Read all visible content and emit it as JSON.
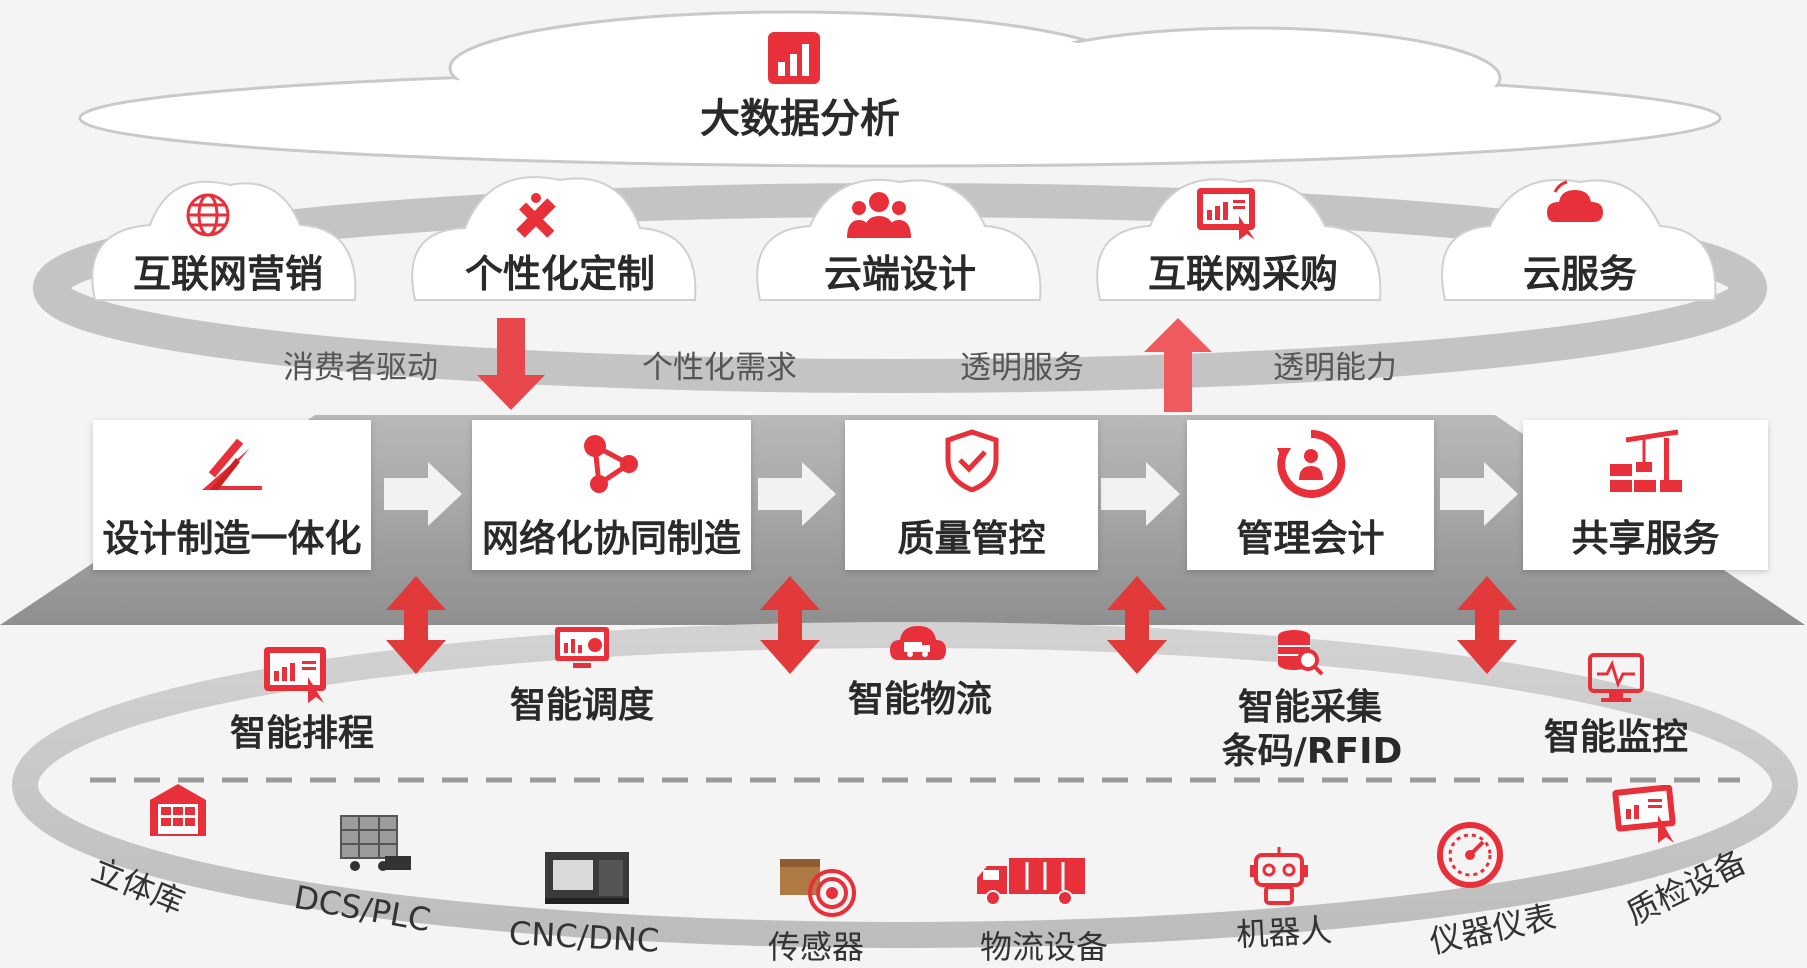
{
  "top": {
    "title": "大数据分析"
  },
  "clouds": [
    {
      "label": "互联网营销",
      "icon": "globe-icon"
    },
    {
      "label": "个性化定制",
      "icon": "pencil-ruler-icon"
    },
    {
      "label": "云端设计",
      "icon": "users-icon"
    },
    {
      "label": "互联网采购",
      "icon": "tablet-chart-icon"
    },
    {
      "label": "云服务",
      "icon": "cloud-icon"
    }
  ],
  "connectors": [
    "消费者驱动",
    "个性化需求",
    "透明服务",
    "透明能力"
  ],
  "process": [
    {
      "label": "设计制造一体化",
      "icon": "design-tools-icon"
    },
    {
      "label": "网络化协同制造",
      "icon": "share-network-icon"
    },
    {
      "label": "质量管控",
      "icon": "shield-check-icon"
    },
    {
      "label": "管理会计",
      "icon": "cycle-person-icon"
    },
    {
      "label": "共享服务",
      "icon": "crane-containers-icon"
    }
  ],
  "smart": [
    {
      "label": "智能排程",
      "icon": "tablet-chart-icon"
    },
    {
      "label": "智能调度",
      "icon": "monitor-chart-icon"
    },
    {
      "label": "智能物流",
      "icon": "cloud-truck-icon"
    },
    {
      "label": "智能采集",
      "label2": "条码/RFID",
      "icon": "database-search-icon"
    },
    {
      "label": "智能监控",
      "icon": "monitor-pulse-icon"
    }
  ],
  "devices": [
    "立体库",
    "DCS/PLC",
    "CNC/DNC",
    "传感器",
    "物流设备",
    "机器人",
    "仪器仪表",
    "质检设备"
  ],
  "colors": {
    "accent": "#e8303a",
    "arrow": "#e23a3a",
    "band": "#bdbdbd",
    "platform": "#a9a9a9"
  }
}
